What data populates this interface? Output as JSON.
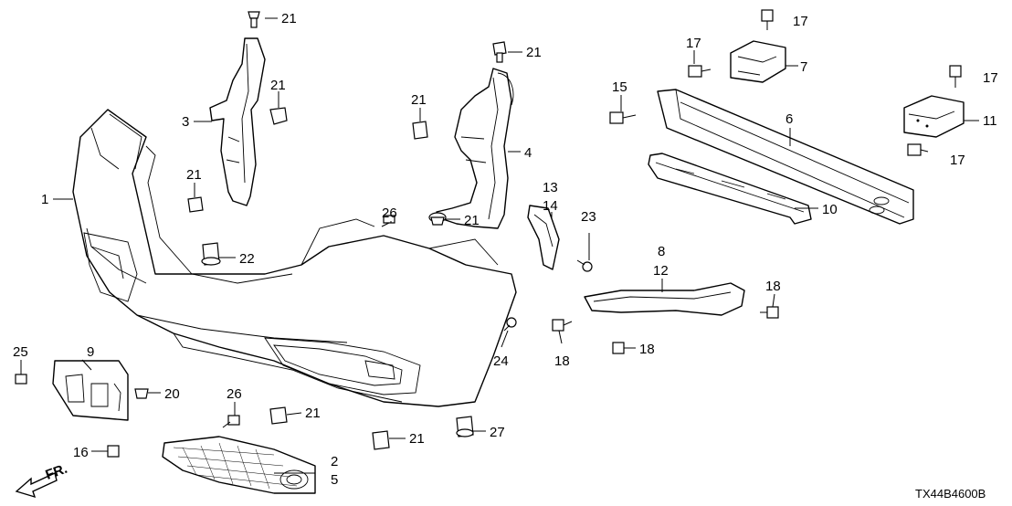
{
  "diagram_code": "TX44B4600B",
  "front_marker": "FR.",
  "callouts": {
    "c1": "1",
    "c2": "2",
    "c3": "3",
    "c4": "4",
    "c5": "5",
    "c6": "6",
    "c7": "7",
    "c8": "8",
    "c9": "9",
    "c10": "10",
    "c11": "11",
    "c12": "12",
    "c13": "13",
    "c14": "14",
    "c15": "15",
    "c16": "16",
    "c17a": "17",
    "c17b": "17",
    "c17c": "17",
    "c17d": "17",
    "c18a": "18",
    "c18b": "18",
    "c18c": "18",
    "c20": "20",
    "c21a": "21",
    "c21b": "21",
    "c21c": "21",
    "c21d": "21",
    "c21e": "21",
    "c21f": "21",
    "c21g": "21",
    "c21h": "21",
    "c22": "22",
    "c23": "23",
    "c24": "24",
    "c25": "25",
    "c26a": "26",
    "c26b": "26",
    "c27": "27"
  }
}
